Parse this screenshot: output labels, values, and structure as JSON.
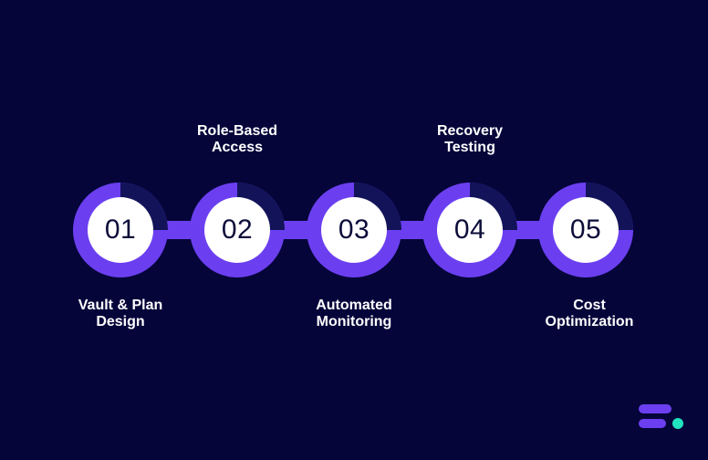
{
  "steps": [
    {
      "number": "01",
      "label_line1": "Vault & Plan",
      "label_line2": "Design",
      "label_position": "below"
    },
    {
      "number": "02",
      "label_line1": "Role-Based",
      "label_line2": "Access",
      "label_position": "above"
    },
    {
      "number": "03",
      "label_line1": "Automated",
      "label_line2": "Monitoring",
      "label_position": "below"
    },
    {
      "number": "04",
      "label_line1": "Recovery",
      "label_line2": "Testing",
      "label_position": "above"
    },
    {
      "number": "05",
      "label_line1": "Cost",
      "label_line2": "Optimization",
      "label_position": "below"
    }
  ],
  "colors": {
    "background": "#05053a",
    "ring": "#6b3ff0",
    "ring_dark": "#13135a",
    "inner_circle": "#ffffff",
    "number_text": "#0d0d3a",
    "label_text": "#ffffff",
    "logo_bar": "#6b3ff0",
    "logo_dot": "#22e3c0"
  },
  "icons": {
    "brand_logo": "brand-logo-icon"
  }
}
